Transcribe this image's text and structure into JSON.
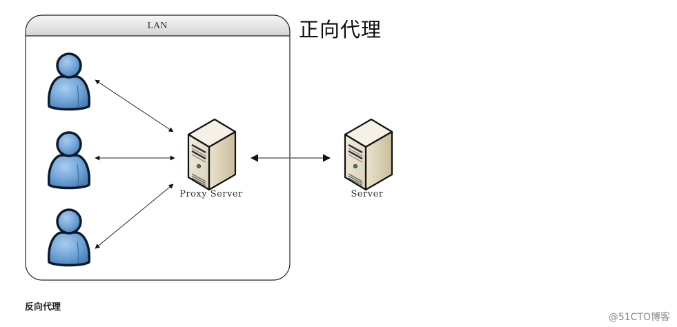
{
  "diagram": {
    "title": "正向代理",
    "lan_group": {
      "label": "LAN"
    },
    "clients": [
      {
        "id": "client-1",
        "icon": "user-icon"
      },
      {
        "id": "client-2",
        "icon": "user-icon"
      },
      {
        "id": "client-3",
        "icon": "user-icon"
      }
    ],
    "proxy_server": {
      "label": "Proxy Server",
      "icon": "server-tower-icon"
    },
    "server": {
      "label": "Server",
      "icon": "server-tower-icon"
    },
    "connections": [
      {
        "from": "client-1",
        "to": "proxy_server",
        "type": "bidirectional"
      },
      {
        "from": "client-2",
        "to": "proxy_server",
        "type": "bidirectional"
      },
      {
        "from": "client-3",
        "to": "proxy_server",
        "type": "bidirectional"
      },
      {
        "from": "proxy_server",
        "to": "server",
        "type": "bidirectional"
      }
    ],
    "colors": {
      "user_fill": "#6fa3d6",
      "user_outline": "#0d1a2b",
      "server_fill": "#e8e0cc",
      "lan_header": "#e2e2e2"
    }
  },
  "footer": {
    "section_heading": "反向代理",
    "watermark": "@51CTO博客"
  }
}
